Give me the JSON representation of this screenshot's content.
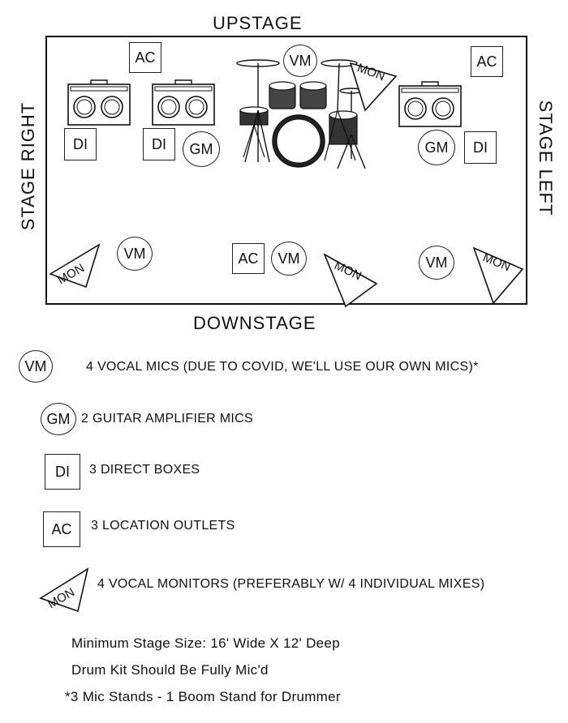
{
  "stage": {
    "upstage": "UPSTAGE",
    "downstage": "DOWNSTAGE",
    "stage_right": "STAGE RIGHT",
    "stage_left": "STAGE LEFT"
  },
  "symbols": {
    "vm": "VM",
    "gm": "GM",
    "di": "DI",
    "ac": "AC",
    "mon": "MON"
  },
  "legend": [
    {
      "symbol": "VM",
      "text": "4 VOCAL MICS (DUE TO COVID, WE'LL USE OUR OWN MICS)*"
    },
    {
      "symbol": "GM",
      "text": "2 GUITAR AMPLIFIER MICS"
    },
    {
      "symbol": "DI",
      "text": "3 DIRECT BOXES"
    },
    {
      "symbol": "AC",
      "text": "3 LOCATION OUTLETS"
    },
    {
      "symbol": "MON",
      "text": "4 VOCAL MONITORS (PREFERABLY W/ 4 INDIVIDUAL MIXES)"
    }
  ],
  "notes": [
    "Minimum Stage Size: 16' Wide X 12' Deep",
    "Drum Kit Should Be Fully Mic'd",
    "*3 Mic Stands - 1 Boom Stand for Drummer"
  ],
  "icons": [
    "guitar-amplifier-icon",
    "drum-kit-icon",
    "stage-monitor-icon"
  ],
  "colors": {
    "ink": "#111111",
    "background": "#ffffff"
  }
}
